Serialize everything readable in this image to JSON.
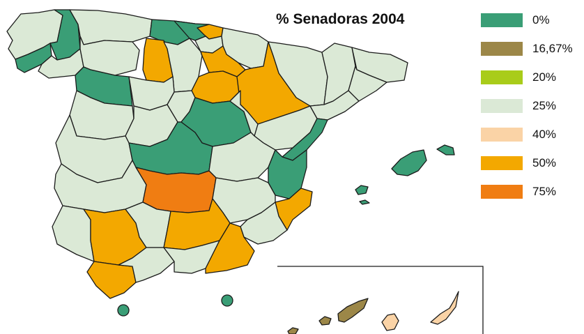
{
  "title": "% Senadoras 2004",
  "colors": {
    "c0": "#3a9e76",
    "c16": "#9c8748",
    "c20": "#a9cc1a",
    "c25": "#dbe9d6",
    "c40": "#fad3a6",
    "c50": "#f3a800",
    "c75": "#f07d12"
  },
  "legend": [
    {
      "label": "0%",
      "color": "#3a9e76"
    },
    {
      "label": "16,67%",
      "color": "#9c8748"
    },
    {
      "label": "20%",
      "color": "#a9cc1a"
    },
    {
      "label": "25%",
      "color": "#dbe9d6"
    },
    {
      "label": "40%",
      "color": "#fad3a6"
    },
    {
      "label": "50%",
      "color": "#f3a800"
    },
    {
      "label": "75%",
      "color": "#f07d12"
    }
  ]
}
